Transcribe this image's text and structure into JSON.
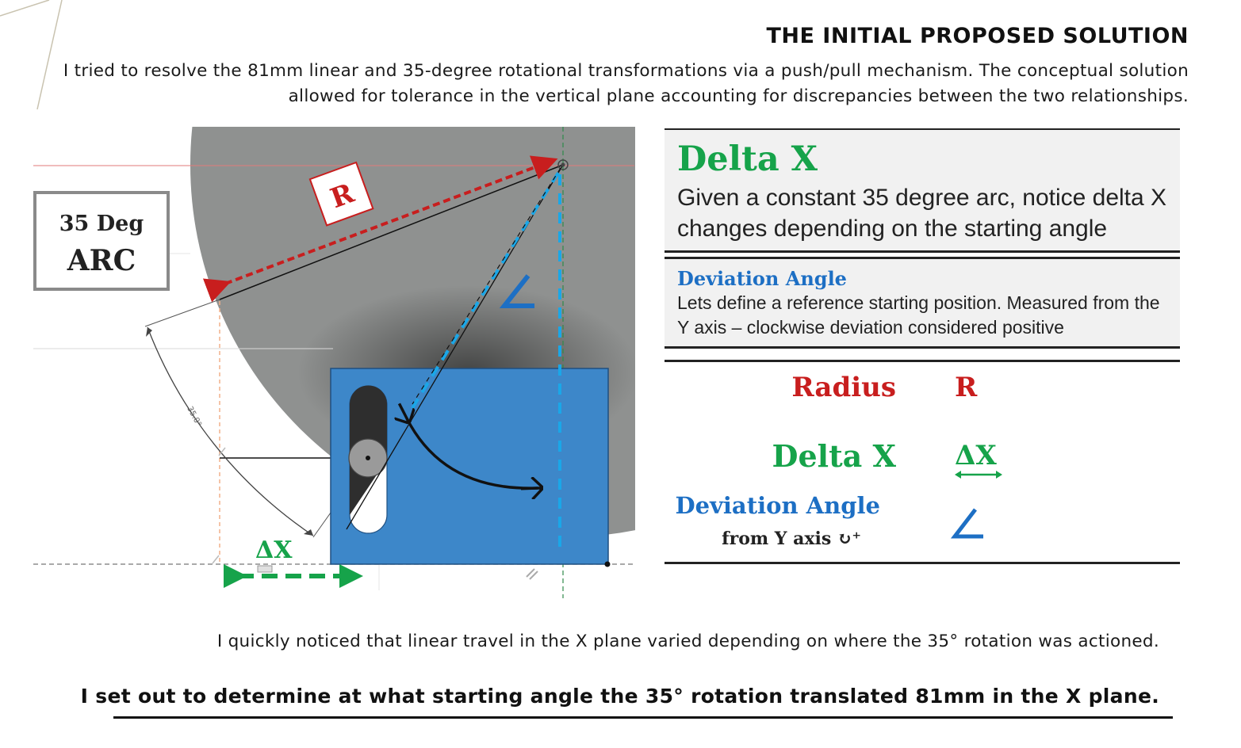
{
  "header": {
    "title": "THE INITIAL PROPOSED SOLUTION",
    "intro": "I tried to resolve the 81mm linear and 35-degree rotational transformations via a push/pull mechanism. The conceptual solution allowed for tolerance in the vertical plane accounting for discrepancies between the two relationships."
  },
  "diagram": {
    "arc_box_line1": "35 Deg",
    "arc_box_line2": "ARC",
    "radius_tag": "R",
    "delta_x_tag": "ΔX",
    "dimension_label": "35.0°",
    "angle_symbol": "∠"
  },
  "panel_delta_x": {
    "heading": "Delta X",
    "text": "Given a constant 35 degree arc, notice delta X changes depending on the starting angle"
  },
  "panel_deviation": {
    "heading": "Deviation Angle",
    "text": "Lets define a reference starting position. Measured from the Y axis –  clockwise deviation considered positive"
  },
  "legend": {
    "radius_label": "Radius",
    "radius_symbol": "R",
    "delta_label": "Delta X",
    "delta_symbol": "ΔX",
    "deviation_label": "Deviation Angle",
    "deviation_sub": "from Y axis ↻⁺",
    "deviation_symbol": "∠"
  },
  "footer": {
    "note": "I quickly noticed that linear travel in the X plane varied depending on where the 35° rotation was actioned.",
    "conclusion": "I set out to determine at what starting angle the 35° rotation translated 81mm in the X plane."
  },
  "colors": {
    "red": "#c81e1e",
    "green": "#16a34a",
    "blue": "#1d6fc4",
    "plate": "#3d87c9",
    "disc": "#8f9190"
  }
}
